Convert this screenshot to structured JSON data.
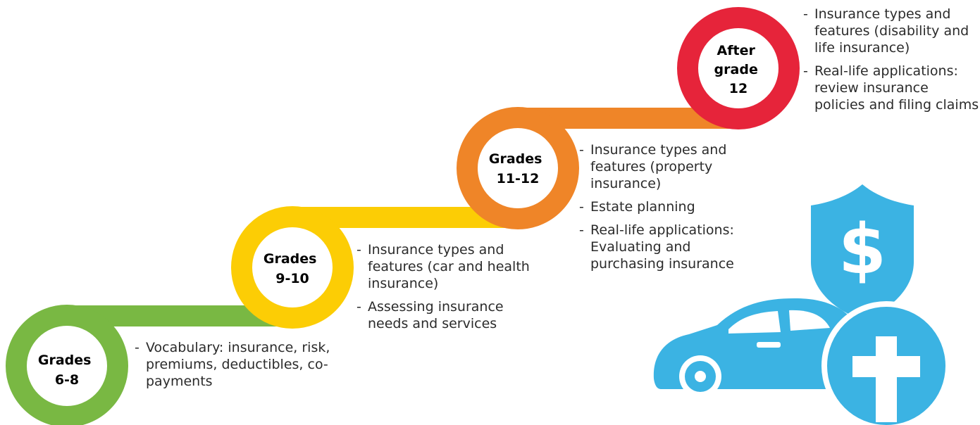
{
  "stages": [
    {
      "label_lines": [
        "Grades",
        "6-8"
      ],
      "color": "#79b843",
      "bullets": [
        "Vocabulary: insurance, risk, premiums, deductibles, co-payments"
      ]
    },
    {
      "label_lines": [
        "Grades",
        "9-10"
      ],
      "color": "#fccd05",
      "bullets": [
        "Insurance types and features (car and health insurance)",
        "Assessing insurance needs and services"
      ]
    },
    {
      "label_lines": [
        "Grades",
        "11-12"
      ],
      "color": "#ef8528",
      "bullets": [
        "Insurance types and features (property insurance)",
        "Estate planning",
        "Real-life applications: Evaluating and purchasing insurance"
      ]
    },
    {
      "label_lines": [
        "After",
        "grade",
        "12"
      ],
      "color": "#e6243a",
      "bullets": [
        "Insurance types and features (disability and life insurance)",
        "Real-life applications: review insurance policies and filing claims"
      ]
    }
  ],
  "illustration": {
    "icons": [
      "shield-dollar-icon",
      "car-icon",
      "plus-circle-icon"
    ],
    "color": "#3bb3e3",
    "shield_symbol": "$"
  }
}
